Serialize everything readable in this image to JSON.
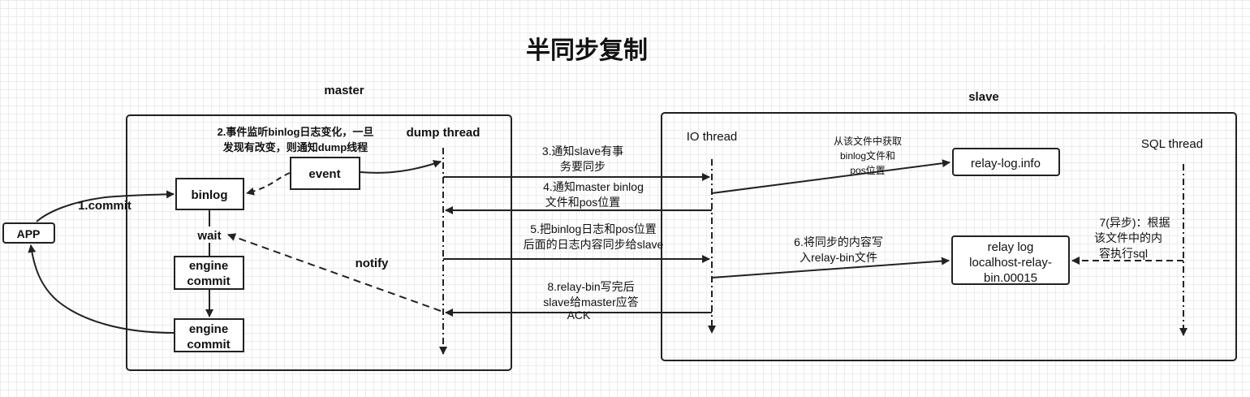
{
  "title": "半同步复制",
  "master": {
    "label": "master",
    "dump_thread": "dump thread",
    "step2_line1": "2.事件监听binlog日志变化，一旦",
    "step2_line2": "发现有改变，则通知dump线程",
    "event": "event",
    "binlog": "binlog",
    "wait": "wait",
    "engine_commit_1_line1": "engine",
    "engine_commit_1_line2": "commit",
    "engine_commit_2_line1": "engine",
    "engine_commit_2_line2": "commit",
    "notify": "notify"
  },
  "app": "APP",
  "step1": "1.commit",
  "slave": {
    "label": "slave",
    "io_thread": "IO thread",
    "sql_thread": "SQL thread",
    "relay_log_info": "relay-log.info",
    "fetch_note_line1": "从该文件中获取",
    "fetch_note_line2": "binlog文件和",
    "fetch_note_line3": "pos位置",
    "relay_log_line1": "relay log",
    "relay_log_line2": "localhost-relay-",
    "relay_log_line3": "bin.00015",
    "step6_line1": "6.将同步的内容写",
    "step6_line2": "入relay-bin文件",
    "step7_line1": "7(异步)：根据",
    "step7_line2": "该文件中的内",
    "step7_line3": "容执行sql"
  },
  "messages": {
    "step3_line1": "3.通知slave有事",
    "step3_line2": "务要同步",
    "step4_line1": "4.通知master binlog",
    "step4_line2": "文件和pos位置",
    "step5_line1": "5.把binlog日志和pos位置",
    "step5_line2": "后面的日志内容同步给slave",
    "step8_line1": "8.relay-bin写完后",
    "step8_line2": "slave给master应答",
    "step8_line3": "ACK"
  }
}
